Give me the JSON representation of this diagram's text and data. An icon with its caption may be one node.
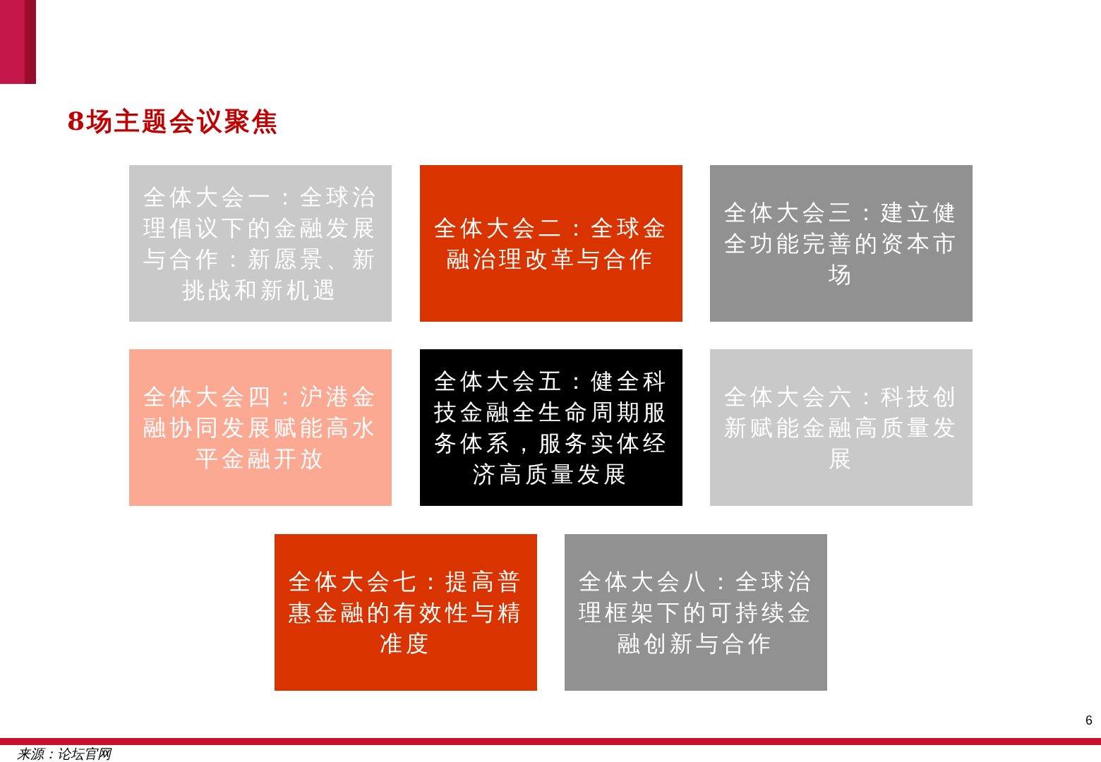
{
  "diagram": {
    "title": "8场主题会议聚焦",
    "nodes": [
      {
        "text": [
          "全体大会一：全球治理倡议下的金融发展与合作：新愿景、新挑战和新机遇"
        ]
      },
      {
        "text": [
          "全体大会二：全球金融治理改革与合作"
        ]
      },
      {
        "text": [
          "全体大会三：建立健全功能完善的资本市场"
        ]
      },
      {
        "text": [
          "全体大会四：沪港金融协同发展赋能高水平金融开放"
        ]
      },
      {
        "text": [
          "全体大会五：健全科技金融全生命周期服务体系，服务实体经济高质量发展"
        ]
      },
      {
        "text": [
          "全体大会六：科技创新赋能金融高质量发展"
        ]
      },
      {
        "text": [
          "全体大会七：提高普惠金融的有效性与精准度"
        ]
      },
      {
        "text": [
          "全体大会八：全球治理框架下的可持续金融创新与合作"
        ]
      }
    ],
    "labels": [
      "6",
      "来源：论坛官网"
    ]
  }
}
